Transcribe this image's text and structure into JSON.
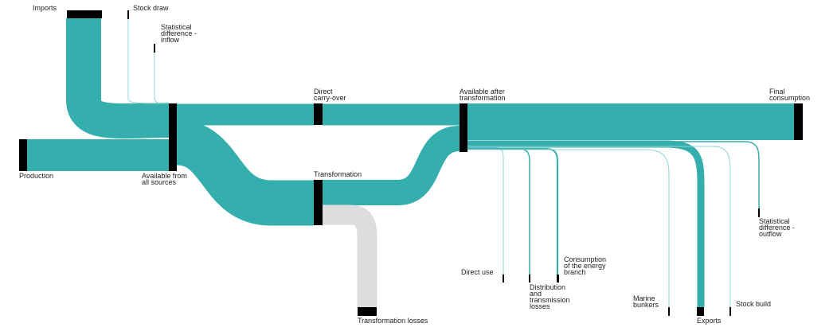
{
  "colors": {
    "flow": "#35aeae",
    "loss": "#dddddd",
    "node": "#000000",
    "thin_link": "#8fd3d3",
    "text": "#222222"
  },
  "labels": {
    "imports": "Imports",
    "stock_draw": "Stock draw",
    "stat_diff_inflow": [
      "Statistical",
      "difference -",
      "inflow"
    ],
    "production": "Production",
    "available_all": [
      "Available from",
      "all sources"
    ],
    "direct_carryover": [
      "Direct",
      "carry-over"
    ],
    "transformation": "Transformation",
    "transformation_losses": "Transformation losses",
    "available_after": [
      "Available after",
      "transformation"
    ],
    "final_consumption": [
      "Final",
      "consumption"
    ],
    "direct_use": "Direct use",
    "distribution_losses": [
      "Distribution",
      "and",
      "transmission",
      "losses"
    ],
    "energy_branch": [
      "Consumption",
      "of the energy",
      "branch"
    ],
    "marine_bunkers": [
      "Marine",
      "bunkers"
    ],
    "exports": "Exports",
    "stock_build": "Stock build",
    "stat_diff_outflow": [
      "Statistical",
      "difference -",
      "outflow"
    ]
  }
}
